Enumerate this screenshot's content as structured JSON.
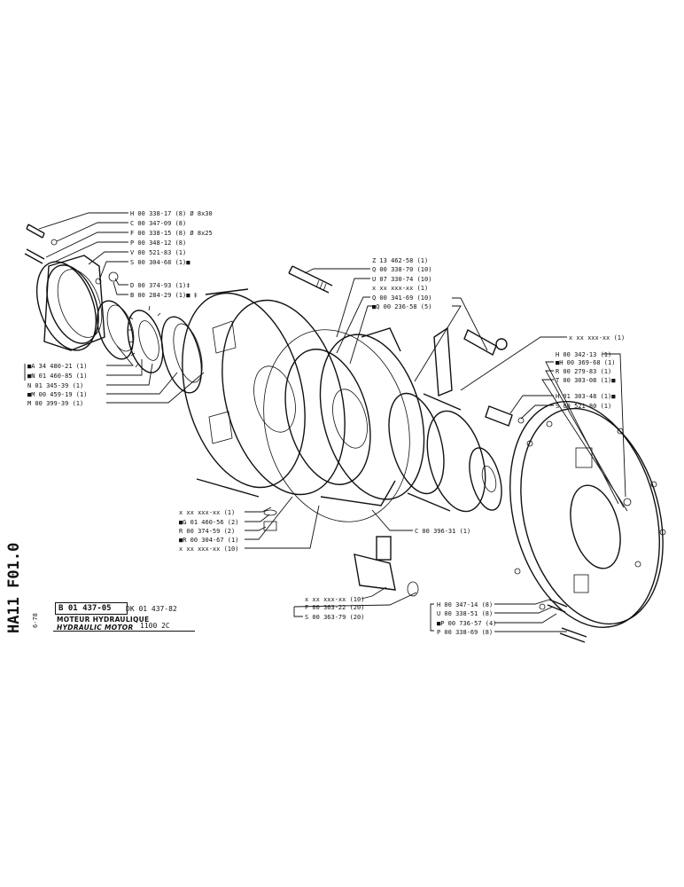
{
  "document": {
    "part_number": "B 01 437-05",
    "dk_ref": "DK 01 437-82",
    "title_fr": "MOTEUR HYDRAULIQUE",
    "title_en": "HYDRAULIC MOTOR",
    "model": "1100 2C",
    "side_code": "HA11 F01.0",
    "date": "6-78"
  },
  "labels": {
    "top_left": [
      "H 00 338-17 (8) Ø 8x30",
      "C 00 347-09 (8)",
      "F 00 338-15 (8) Ø 8x25",
      "P 00 348-12 (8)",
      "V 00 521-83 (1)",
      "S 00 304-68 (1)■",
      "D 00 374-93 (1)‡",
      "B 00 284-29 (1)■ ‡"
    ],
    "left_group": [
      "■A 34 480-21 (1)",
      "■N 01 460-85 (1)",
      "N 01 345-39 (1)",
      "■M 00 459-19 (1)",
      "M 00 399-39 (1)"
    ],
    "center_top": [
      "Z 13 462-58 (1)",
      "Q 00 338-70 (10)",
      "U 07 330-74 (10)",
      "x xx xxx-xx (1)",
      "Q 00 341-69 (10)",
      "■Q 00 236-58 (5)"
    ],
    "right_group": [
      "x xx xxx-xx (1)",
      "H 00 342-13 (1)",
      "■H 00 369-68 (1)",
      "R 00 279-83 (1)",
      "T 00 303-08 (1)■",
      "H 01 303-48 (1)■",
      "S 00 521-80 (1)"
    ],
    "center_bottom": [
      "x xx xxx-xx (1)",
      "■G 01 460-56 (2)",
      "R 00 374-59 (2)",
      "■R 00 304-67 (1)",
      "x xx xxx-xx (10)"
    ],
    "c_label": "C 00 396-31 (1)",
    "bottom_mid": [
      "x xx xxx-xx (10)",
      "F 00 363-22 (20)",
      "S 00 363-79 (20)"
    ],
    "bottom_right": [
      "H 00 347-14 (8)",
      "U 00 338-51 (8)",
      "■P 00 736-57 (4)",
      "P 00 338-69 (8)"
    ]
  }
}
